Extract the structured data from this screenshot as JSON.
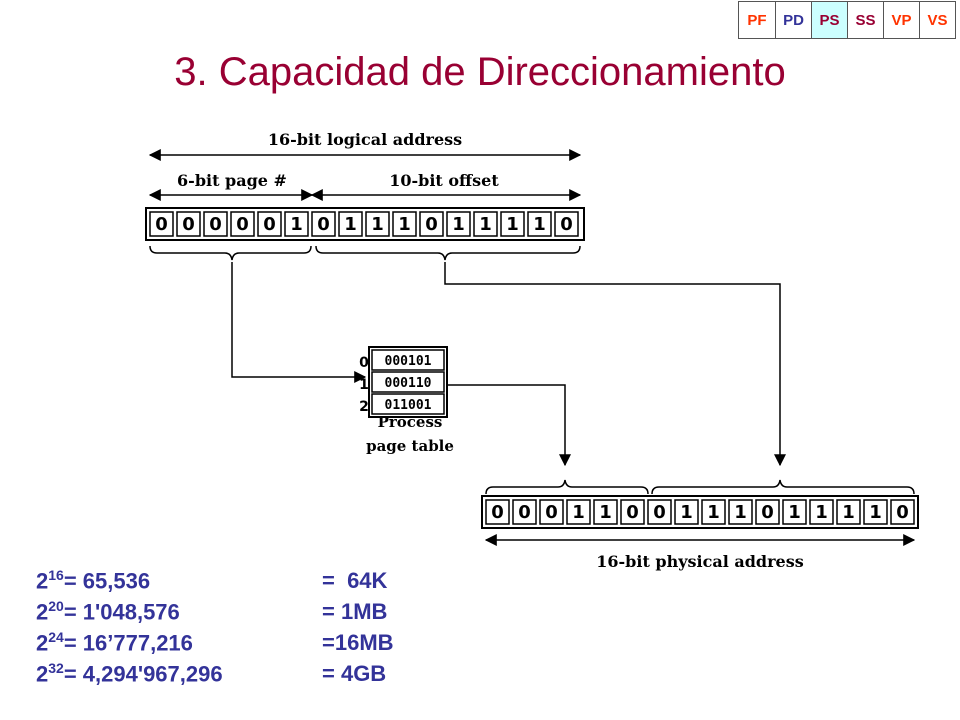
{
  "nav": {
    "items": [
      {
        "label": "PF",
        "color": "#ff3300",
        "bg": "#ffffff"
      },
      {
        "label": "PD",
        "color": "#333399",
        "bg": "#ffffff"
      },
      {
        "label": "PS",
        "color": "#990033",
        "bg": "#ccffff"
      },
      {
        "label": "SS",
        "color": "#990033",
        "bg": "#ffffff"
      },
      {
        "label": "VP",
        "color": "#ff3300",
        "bg": "#ffffff"
      },
      {
        "label": "VS",
        "color": "#ff3300",
        "bg": "#ffffff"
      }
    ]
  },
  "title": "3. Capacidad de Direccionamiento",
  "diagram": {
    "logical_label": "16-bit logical address",
    "page_label": "6-bit page #",
    "offset_label": "10-bit offset",
    "logical_bits": [
      "0",
      "0",
      "0",
      "0",
      "0",
      "1",
      "0",
      "1",
      "1",
      "1",
      "0",
      "1",
      "1",
      "1",
      "1",
      "0"
    ],
    "page_table": {
      "rows": [
        {
          "index": "0",
          "value": "000101"
        },
        {
          "index": "1",
          "value": "000110"
        },
        {
          "index": "2",
          "value": "011001"
        }
      ],
      "label_line1": "Process",
      "label_line2": "page table"
    },
    "physical_bits": [
      "0",
      "0",
      "0",
      "1",
      "1",
      "0",
      "0",
      "1",
      "1",
      "1",
      "0",
      "1",
      "1",
      "1",
      "1",
      "0"
    ],
    "physical_label": "16-bit physical address"
  },
  "powers": [
    {
      "base": "2",
      "exp": "16",
      "value": "= 65,536",
      "size": "=  64K"
    },
    {
      "base": "2",
      "exp": "20",
      "value": "= 1'048,576",
      "size": "= 1MB"
    },
    {
      "base": "2",
      "exp": "24",
      "value": "= 16’777,216",
      "size": "=16MB"
    },
    {
      "base": "2",
      "exp": "32",
      "value": "= 4,294'967,296",
      "size": "= 4GB"
    }
  ]
}
